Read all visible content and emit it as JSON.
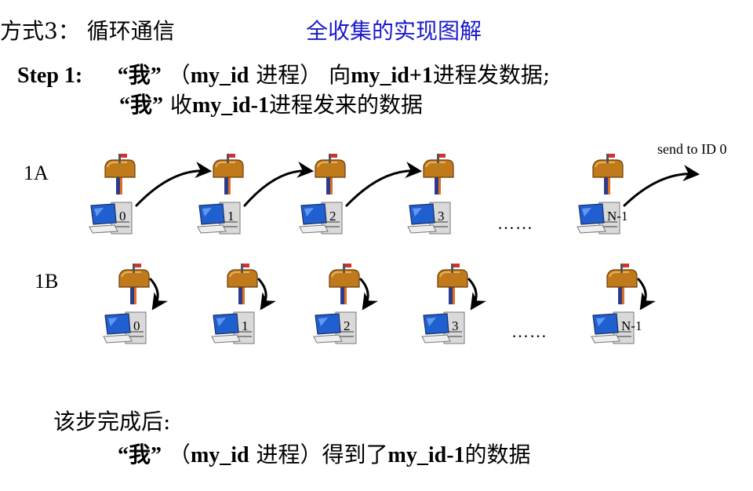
{
  "header": {
    "method": "方式3： 循环通信",
    "title": "全收集的实现图解"
  },
  "step1": {
    "label": "Step 1:",
    "line1_q": "“我”",
    "line1_paren_open": "（",
    "line1_myid": "my_id",
    "line1_proc": " 进程）",
    "line1_to": " 向",
    "line1_target": "my_id+1",
    "line1_rest": "进程发数据;",
    "line2_q": "“我”",
    "line2_recv": "收",
    "line2_src": "my_id-1",
    "line2_rest": "进程发来的数据"
  },
  "rows": {
    "row_a_label": "1A",
    "row_b_label": "1B",
    "send_to": "send to ID 0",
    "ellipsis": "……"
  },
  "nodes": [
    "0",
    "1",
    "2",
    "3",
    "N-1"
  ],
  "after": {
    "line1": "该步完成后:",
    "line2_q": "“我”",
    "line2_paren": "（",
    "line2_myid": "my_id",
    "line2_proc": " 进程）得到了",
    "line2_src": "my_id-1",
    "line2_rest": "的数据"
  },
  "colors": {
    "title_blue": "#1a1acc",
    "mailbox": "#c07a1c",
    "screen": "#1f5fd0",
    "arrow": "#000000"
  }
}
